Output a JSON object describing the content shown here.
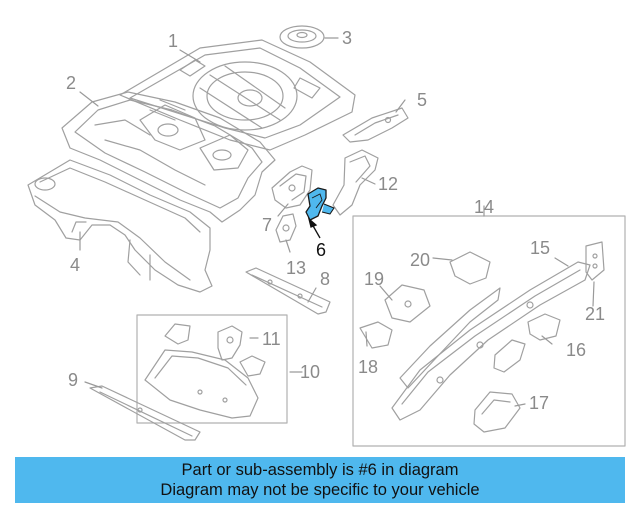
{
  "diagram": {
    "callouts": {
      "c1": "1",
      "c2": "2",
      "c3": "3",
      "c4": "4",
      "c5": "5",
      "c6": "6",
      "c7": "7",
      "c8": "8",
      "c9": "9",
      "c10": "10",
      "c11": "11",
      "c12": "12",
      "c13": "13",
      "c14": "14",
      "c15": "15",
      "c16": "16",
      "c17": "17",
      "c18": "18",
      "c19": "19",
      "c20": "20",
      "c21": "21"
    },
    "highlighted_part": "6",
    "colors": {
      "line": "#9a9a9a",
      "highlight_fill": "#4fb8ee",
      "highlight_stroke": "#1a1a1a"
    }
  },
  "caption": {
    "line1": "Part or sub-assembly is #6 in diagram",
    "line2": "Diagram may not be specific to your vehicle",
    "background": "#4fb8ee"
  }
}
